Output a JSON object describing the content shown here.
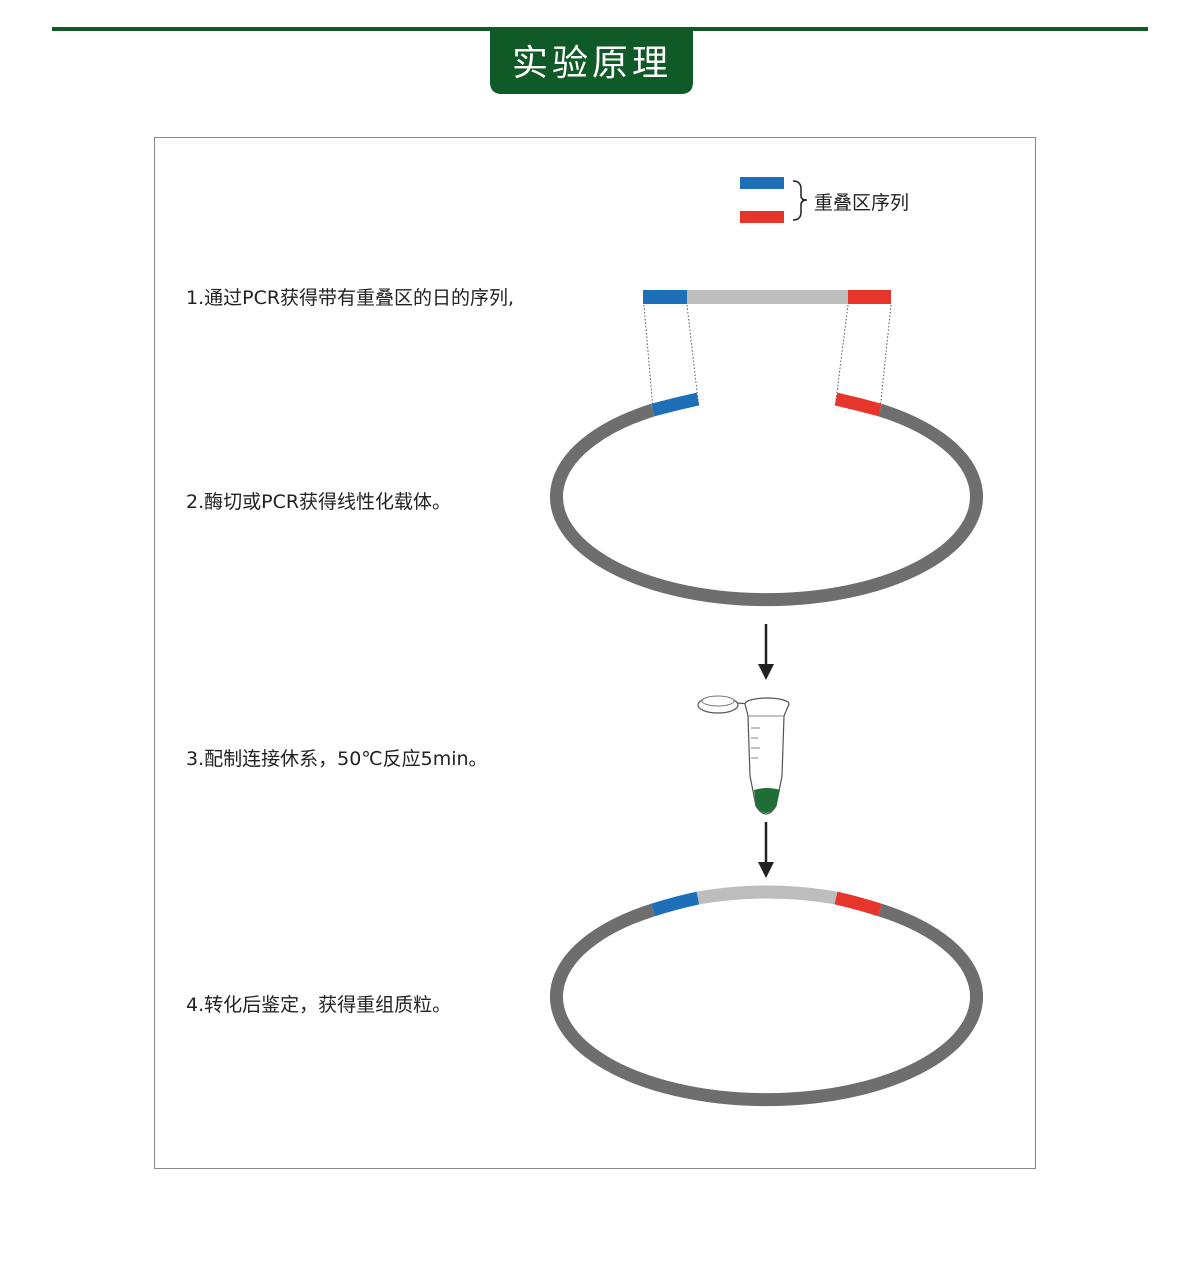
{
  "header": {
    "title": "实验原理"
  },
  "legend": {
    "label": "重叠区序列"
  },
  "steps": [
    "1.通过PCR获得带有重叠区的日的序列,",
    "2.酶切或PCR获得线性化载体。",
    "3.配制连接休系，50℃反应5min。",
    "4.转化后鉴定，获得重组质粒。"
  ],
  "colors": {
    "brand_green": "#0f5a26",
    "overlap_blue": "#1d6fb8",
    "overlap_red": "#e6352b",
    "insert_gray": "#bdbdbd",
    "vector_gray": "#6e6e6e",
    "reaction_green": "#1f6e38"
  },
  "icons": {
    "tube": "microcentrifuge-tube-icon",
    "arrow": "down-arrow-icon",
    "brace": "brace-icon"
  }
}
